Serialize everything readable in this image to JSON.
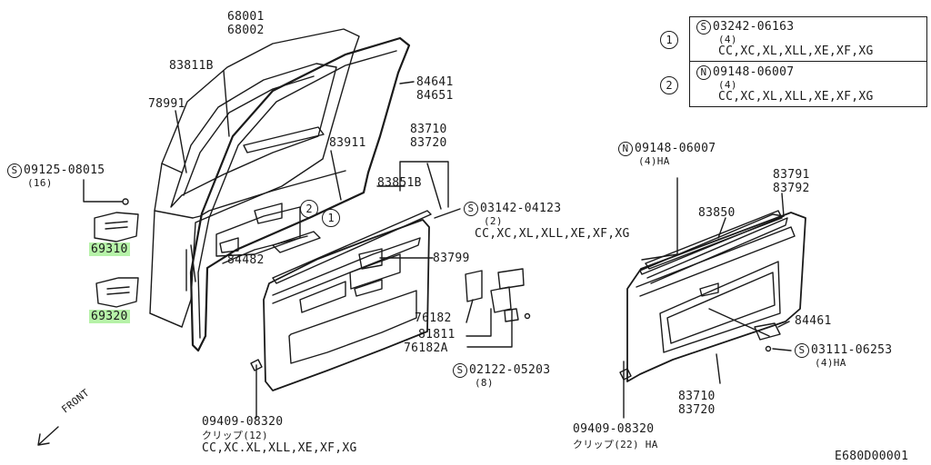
{
  "legend": {
    "row1": {
      "ref": "1",
      "prefix": "S",
      "part": "03242-06163",
      "qty": "(4)",
      "models": "CC,XC,XL,XLL,XE,XF,XG"
    },
    "row2": {
      "ref": "2",
      "prefix": "N",
      "part": "09148-06007",
      "qty": "(4)",
      "models": "CC,XC,XL,XLL,XE,XF,XG"
    }
  },
  "labels": {
    "p68001": "68001",
    "p68002": "68002",
    "p83811B": "83811B",
    "p78991": "78991",
    "p84641": "84641",
    "p84651": "84651",
    "p83710a": "83710",
    "p83720a": "83720",
    "p83911": "83911",
    "p83851B": "83851B",
    "screw1_prefix": "S",
    "screw1_part": "09125-08015",
    "screw1_qty": "(16)",
    "p69310": "69310",
    "p69320": "69320",
    "ref2": "2",
    "ref1": "1",
    "p84482": "84482",
    "screw2_prefix": "S",
    "screw2_part": "03142-04123",
    "screw2_qty": "(2)",
    "screw2_models": "CC,XC,XL,XLL,XE,XF,XG",
    "p83799": "83799",
    "p76182": "76182",
    "p81811": "81811",
    "p76182A": "76182A",
    "screw3_prefix": "S",
    "screw3_part": "02122-05203",
    "screw3_qty": "(8)",
    "clip1_part": "09409-08320",
    "clip1_qty": "クリップ(12)",
    "clip1_models": "CC,XC.XL,XLL,XE,XF,XG",
    "front": "FRONT",
    "nut_prefix": "N",
    "nut_part": "09148-06007",
    "nut_qty": "(4)HA",
    "p83791": "83791",
    "p83792": "83792",
    "p83850": "83850",
    "p84461": "84461",
    "screw4_prefix": "S",
    "screw4_part": "03111-06253",
    "screw4_qty": "(4)HA",
    "p83710b": "83710",
    "p83720b": "83720",
    "clip2_part": "09409-08320",
    "clip2_qty": "クリップ(22) HA",
    "diagram_code": "E680D00001"
  },
  "colors": {
    "line": "#1a1a1a",
    "highlight": "#b6f2a8"
  }
}
